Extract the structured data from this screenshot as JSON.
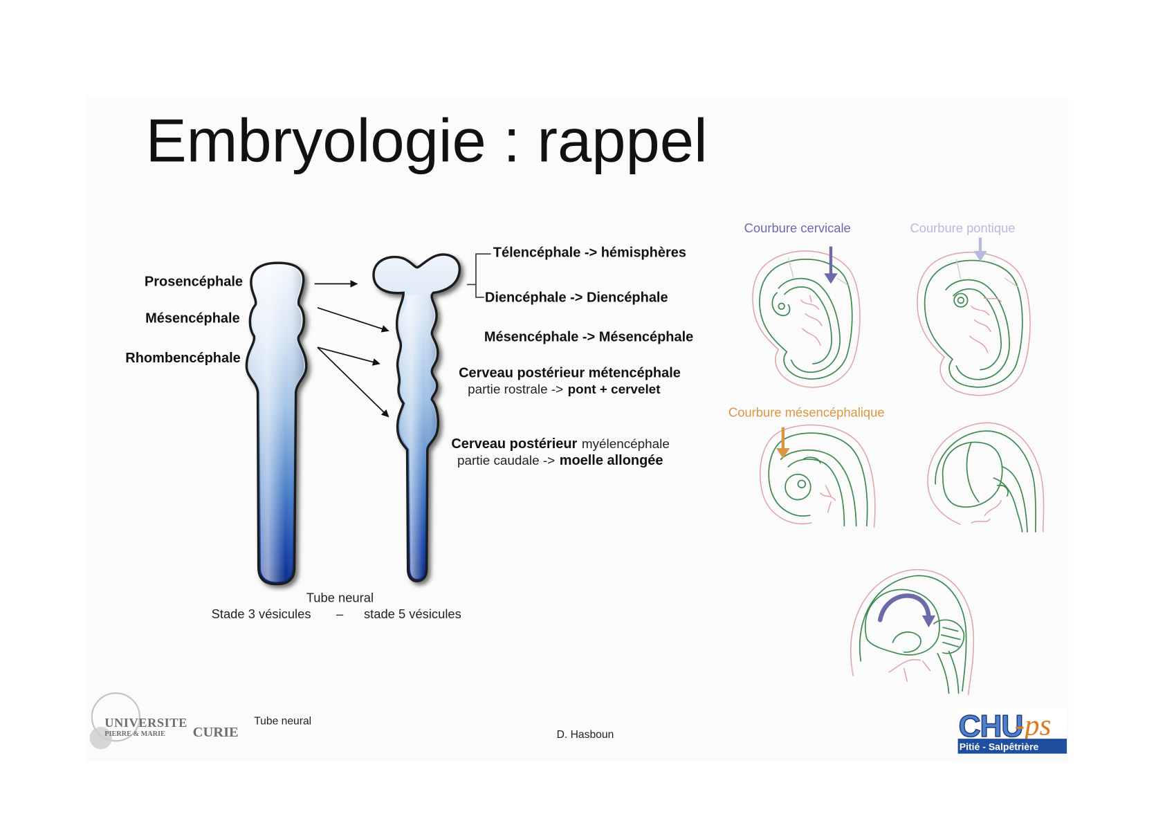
{
  "slide": {
    "title": "Embryologie : rappel"
  },
  "stage3": {
    "prosencephale": "Prosencéphale",
    "mesencephale": "Mésencéphale",
    "rhombencephale": "Rhombencéphale"
  },
  "stage5": {
    "telencephale": "Télencéphale -> hémisphères",
    "diencephale": "Diencéphale -> Diencéphale",
    "mesencephale": "Mésencéphale -> Mésencéphale",
    "metencephale": {
      "heading": "Cerveau postérieur métencéphale",
      "detail_prefix": "partie rostrale ->",
      "detail_result": "pont + cervelet"
    },
    "myelencephale": {
      "heading_bold": "Cerveau postérieur",
      "heading_regular": "myélencéphale",
      "detail_prefix": "partie caudale ->",
      "detail_result": "moelle allongée"
    }
  },
  "caption": {
    "title": "Tube neural",
    "stage3": "Stade 3 vésicules",
    "separator": "–",
    "stage5": "stade 5 vésicules"
  },
  "flexures": {
    "cervicale": "Courbure cervicale",
    "pontique": "Courbure pontique",
    "mesencephalique": "Courbure mésencéphalique"
  },
  "footer": {
    "topic": "Tube neural",
    "author": "D. Hasboun"
  },
  "logos": {
    "university": {
      "line1": "UNIVERSITE",
      "line2": "PIERRE & MARIE",
      "line3": "CURIE"
    },
    "hospital": {
      "acronym": "CHU",
      "suffix": "-ps",
      "name": "Pitié - Salpêtrière"
    }
  },
  "colors": {
    "cervical_flexure": "#6b6ba8",
    "pontine_flexure": "#b9b9dd",
    "mesencephalic_flexure": "#d9953f",
    "embryo_outline": "#e0a2a8",
    "neural_outline": "#3f8a52",
    "chu_blue": "#1f4e9e",
    "chu_orange": "#e07a1c"
  }
}
